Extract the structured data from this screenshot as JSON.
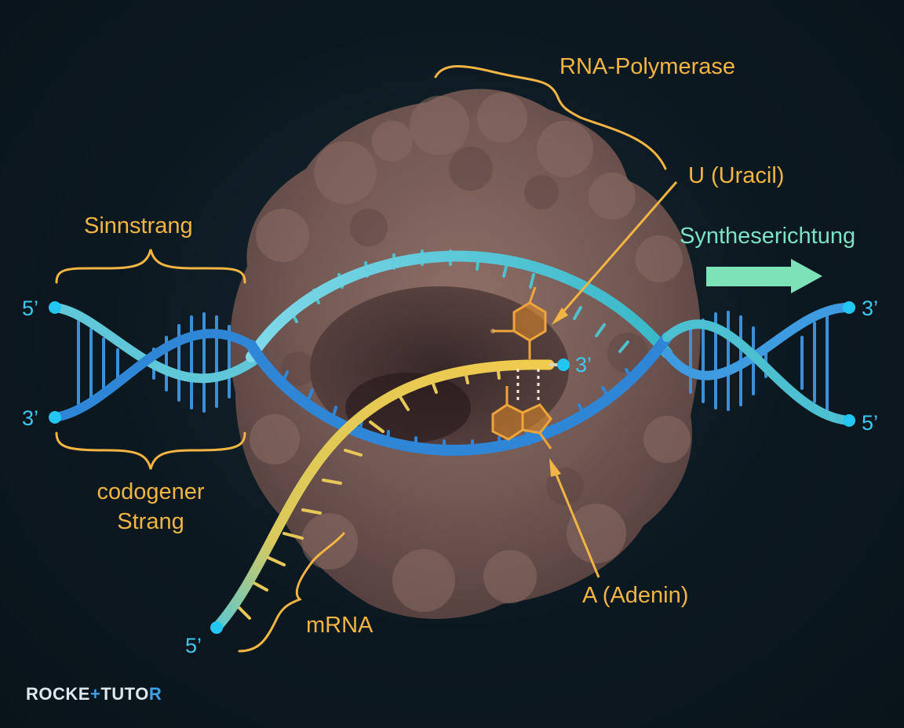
{
  "labels": {
    "rna_polymerase": "RNA-Polymerase",
    "uracil": "U (Uracil)",
    "synthesis_direction": "Syntheserichtung",
    "sense_strand": "Sinnstrang",
    "template_strand_line1": "codogener",
    "template_strand_line2": "Strang",
    "adenine": "A (Adenin)",
    "mrna": "mRNA"
  },
  "ends": {
    "left_top": "5’",
    "left_bottom": "3’",
    "right_top": "3’",
    "right_bottom": "5’",
    "mrna_3": "3’",
    "mrna_5": "5’"
  },
  "logo": "ROCKETUTOR",
  "colors": {
    "background": "#0b1720",
    "label_orange": "#f2b443",
    "end_cyan": "#3fc8ee",
    "mint": "#7de2c4",
    "teal_strand": "#4fc7d2",
    "blue_strand": "#2f8fe0",
    "mrna_yellow": "#e9c95a",
    "protein": "#7a5e5c"
  }
}
